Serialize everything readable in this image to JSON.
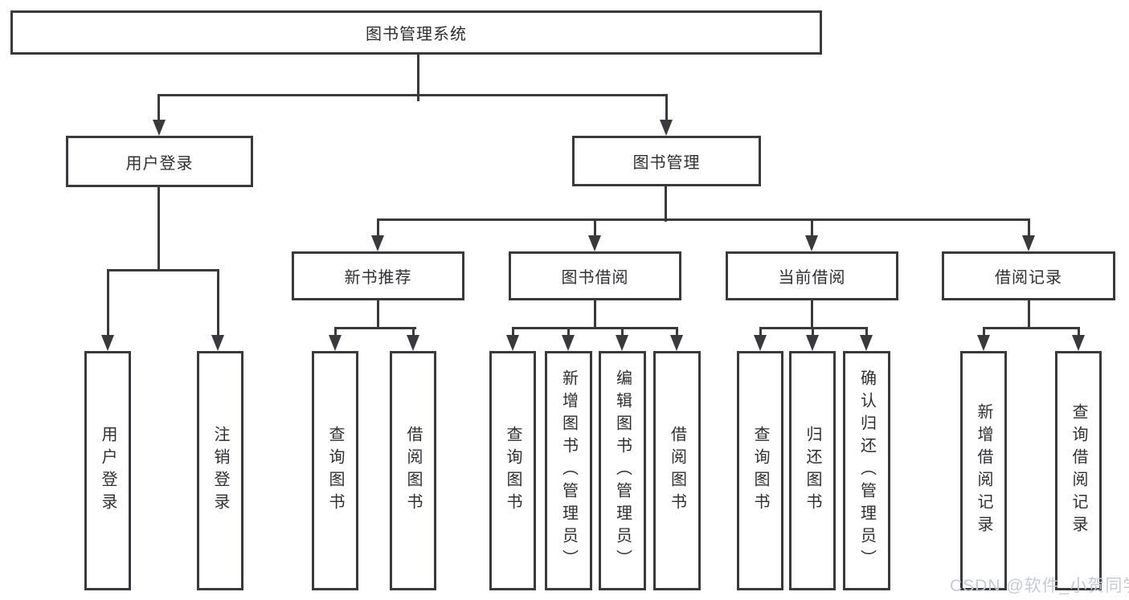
{
  "tree": {
    "root": "图书管理系统",
    "branches": [
      {
        "label": "用户登录",
        "children": [
          "用户登录",
          "注销登录"
        ]
      },
      {
        "label": "图书管理",
        "sections": [
          {
            "label": "新书推荐",
            "children": [
              "查询图书",
              "借阅图书"
            ]
          },
          {
            "label": "图书借阅",
            "children": [
              "查询图书",
              "新增图书（管理员）",
              "编辑图书（管理员）",
              "借阅图书"
            ]
          },
          {
            "label": "当前借阅",
            "children": [
              "查询图书",
              "归还图书",
              "确认归还（管理员）"
            ]
          },
          {
            "label": "借阅记录",
            "children": [
              "新增借阅记录",
              "查询借阅记录"
            ]
          }
        ]
      }
    ]
  },
  "watermark": "CSDN @软件_小贺同学",
  "colors": {
    "line": "#3a3a3e",
    "box_border": "#3a3a3e",
    "text": "#2f2f33",
    "watermark": "#c8cad4",
    "background": "#ffffff"
  }
}
